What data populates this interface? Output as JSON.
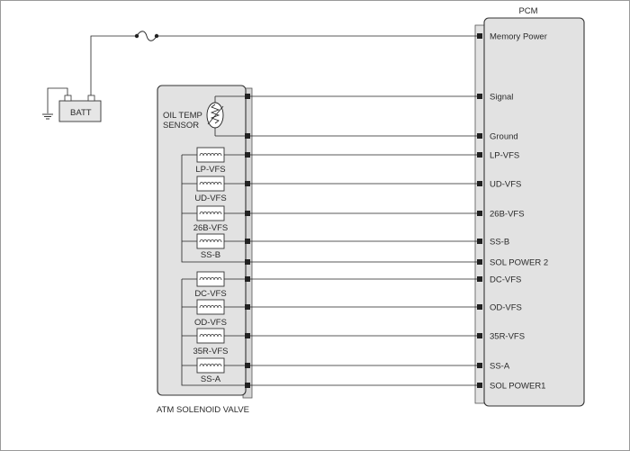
{
  "pcm": {
    "title": "PCM",
    "pins": [
      "Memory Power",
      "Signal",
      "Ground",
      "LP-VFS",
      "UD-VFS",
      "26B-VFS",
      "SS-B",
      "SOL  POWER 2",
      "DC-VFS",
      "OD-VFS",
      "35R-VFS",
      "SS-A",
      "SOL   POWER1"
    ]
  },
  "battery": {
    "label": "BATT"
  },
  "valve": {
    "title": "ATM SOLENOID VALVE",
    "sensor_line1": "OIL TEMP",
    "sensor_line2": "SENSOR",
    "solenoids": [
      "LP-VFS",
      "UD-VFS",
      "26B-VFS",
      "SS-B",
      "DC-VFS",
      "OD-VFS",
      "35R-VFS",
      "SS-A"
    ]
  }
}
